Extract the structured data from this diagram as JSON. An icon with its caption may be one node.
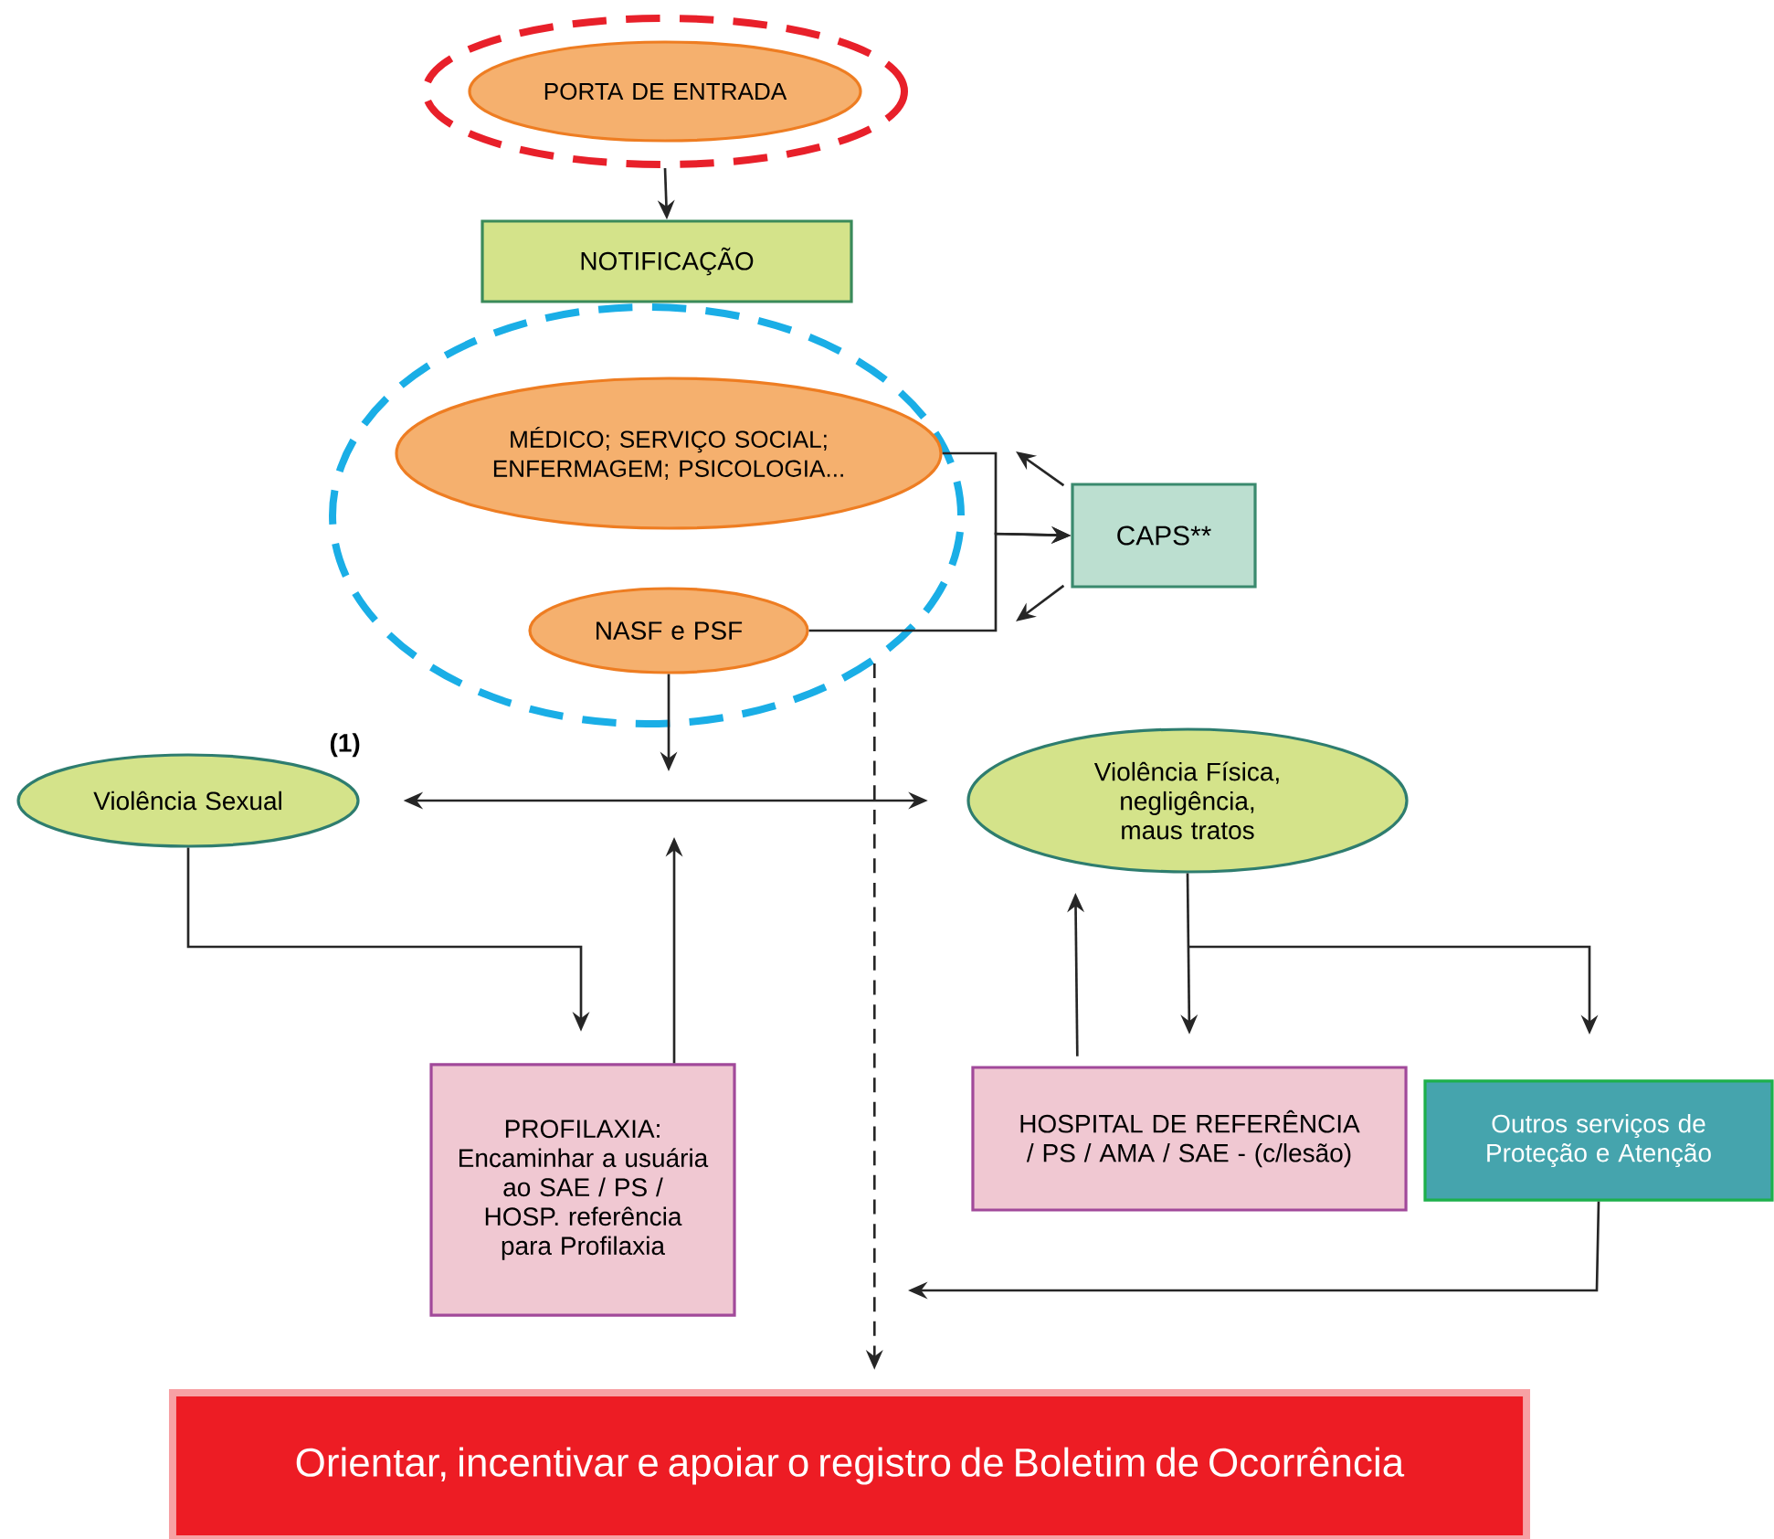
{
  "diagram": {
    "nodes": [
      {
        "text": [],
        "shape": "ellipse"
      },
      {
        "text": [
          "PORTA DE ENTRADA"
        ],
        "in": 0
      },
      {
        "text": [
          "NOTIFICAÇÃO"
        ]
      },
      {
        "text": [],
        "shape": "ellipse"
      },
      {
        "text": [
          "MÉDICO; SERVIÇO SOCIAL; ENFERMAGEM; PSICOLOGIA..."
        ],
        "in": 3
      },
      {
        "text": [
          "NASF e PSF"
        ],
        "in": 3
      },
      {
        "text": [
          "CAPS**"
        ]
      },
      {
        "text": [
          "Violência Sexual"
        ],
        "beside": [
          "(1)"
        ]
      },
      {
        "text": [
          "Violência Física, negligência, maus tratos"
        ]
      },
      {
        "text": [
          "PROFILAXIA:",
          "Encaminhar a usuária ao SAE / PS / HOSP. referência para Profilaxia"
        ]
      },
      {
        "text": [
          "HOSPITAL DE REFERÊNCIA / PS / AMA / SAE - (c/lesão)"
        ]
      },
      {
        "text": [
          "Outros serviços de Proteção e Atenção"
        ]
      },
      {
        "text": [
          "Orientar, incentivar e apoiar o registro de Boletim de Ocorrência"
        ]
      }
    ],
    "edges": [
      {
        "from": 0,
        "to": 2,
        "arrow": "to"
      },
      {
        "from": 4,
        "to": 6,
        "arrow": "to"
      },
      {
        "from": 5,
        "to": 6,
        "arrow": "to"
      },
      {
        "from": 6,
        "to": null,
        "arrow": "to"
      },
      {
        "from": 6,
        "to": null,
        "arrow": "to"
      },
      {
        "from": 5,
        "to": null,
        "arrow": "to"
      },
      {
        "from": 7,
        "to": 8,
        "arrow": "both"
      },
      {
        "from": 9,
        "to": null,
        "arrow": "to"
      },
      {
        "from": 3,
        "to": 12,
        "arrow": "to",
        "style": "dashed"
      },
      {
        "from": 7,
        "to": 9,
        "arrow": "to"
      },
      {
        "from": 8,
        "to": 10,
        "arrow": "to"
      },
      {
        "from": 8,
        "to": 11,
        "arrow": "to"
      },
      {
        "from": 10,
        "to": 8,
        "arrow": "to"
      },
      {
        "from": 11,
        "to": null,
        "arrow": "to"
      }
    ]
  }
}
